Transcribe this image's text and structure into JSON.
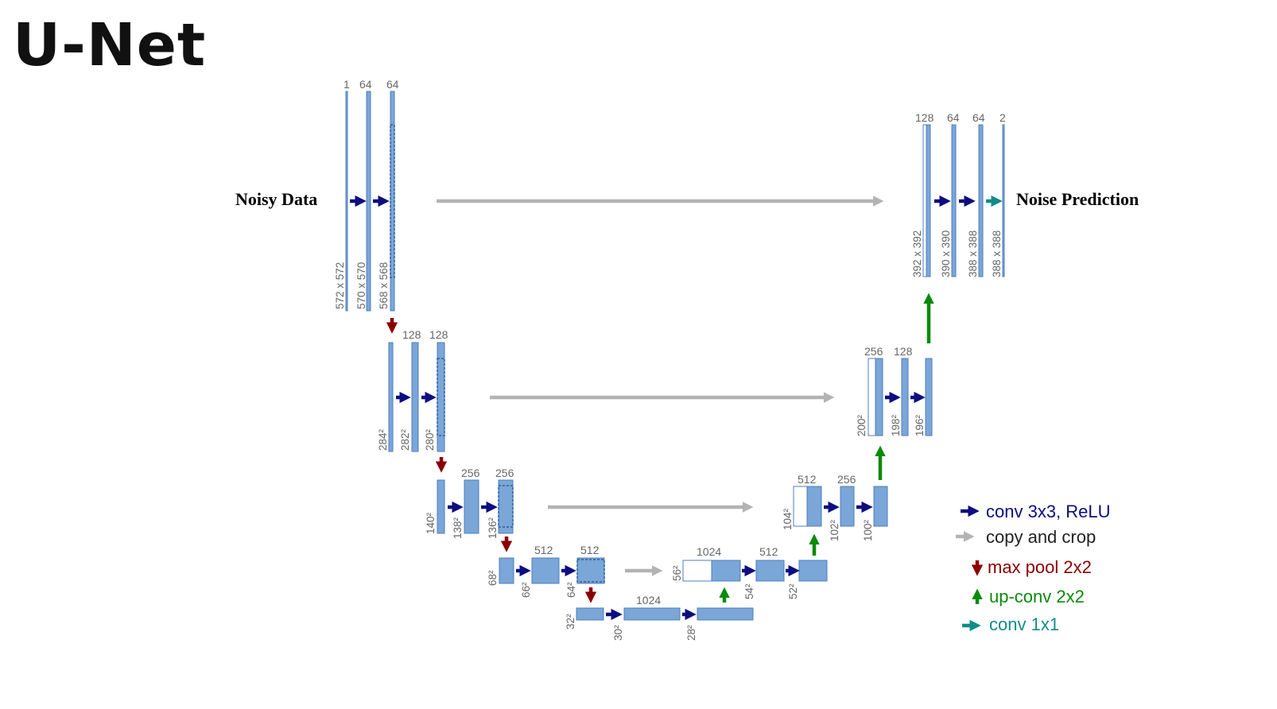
{
  "title": "U-Net",
  "input_label": "Noisy Data",
  "output_label": "Noise Prediction",
  "colors": {
    "feature_map": "#7aa6d8",
    "conv": "#0d0d80",
    "copy": "#b3b3b3",
    "pool": "#8b0000",
    "upconv": "#0a8a0a",
    "conv1x1": "#138b8b"
  },
  "level1": {
    "channels": [
      "1",
      "64",
      "64"
    ],
    "dims": [
      "572 x 572",
      "570 x 570",
      "568 x 568"
    ]
  },
  "level2": {
    "channels": [
      "128",
      "128"
    ],
    "dims": [
      "284²",
      "282²",
      "280²"
    ]
  },
  "level3": {
    "channels": [
      "256",
      "256"
    ],
    "dims": [
      "140²",
      "138²",
      "136²"
    ]
  },
  "level4": {
    "channels": [
      "512",
      "512"
    ],
    "dims": [
      "68²",
      "66²",
      "64²"
    ]
  },
  "level5": {
    "channels": [
      "1024"
    ],
    "dims": [
      "32²",
      "30²",
      "28²"
    ]
  },
  "up4": {
    "channels": [
      "1024",
      "512"
    ],
    "dims": [
      "56²",
      "54²",
      "52²"
    ]
  },
  "up3": {
    "channels": [
      "512",
      "256"
    ],
    "dims": [
      "104²",
      "102²",
      "100²"
    ]
  },
  "up2": {
    "channels": [
      "256",
      "128"
    ],
    "dims": [
      "200²",
      "198²",
      "196²"
    ]
  },
  "up1": {
    "channels": [
      "128",
      "64",
      "64",
      "2"
    ],
    "dims": [
      "392 x 392",
      "390 x 390",
      "388 x 388",
      "388 x 388"
    ]
  },
  "legend": [
    {
      "label": "conv 3x3, ReLU",
      "color": "#0d0d80",
      "icon": "arrow-right-icon"
    },
    {
      "label": "copy and crop",
      "color": "#222222",
      "icon": "arrow-right-icon"
    },
    {
      "label": "max pool 2x2",
      "color": "#8b0000",
      "icon": "arrow-down-icon"
    },
    {
      "label": "up-conv 2x2",
      "color": "#0a8a0a",
      "icon": "arrow-up-icon"
    },
    {
      "label": "conv 1x1",
      "color": "#138b8b",
      "icon": "arrow-right-icon"
    }
  ]
}
